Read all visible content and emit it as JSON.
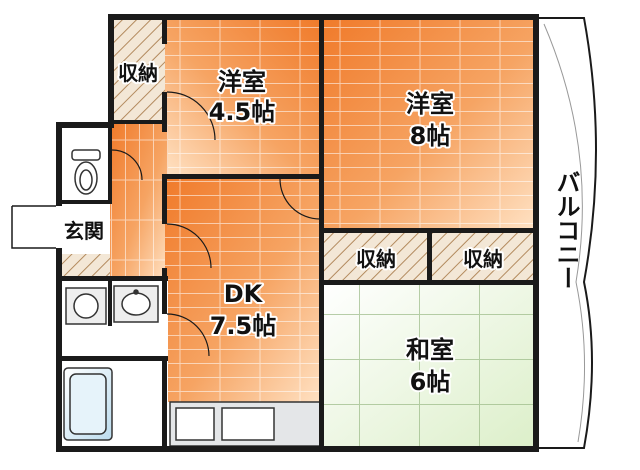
{
  "rooms": {
    "western_1": {
      "line1": "洋室",
      "line2": "4.5帖"
    },
    "western_2": {
      "line1": "洋室",
      "line2": "8帖"
    },
    "dk": {
      "line1": "DK",
      "line2": "7.5帖"
    },
    "japanese": {
      "line1": "和室",
      "line2": "6帖"
    },
    "storage_top": "収納",
    "storage_mid_left": "収納",
    "storage_mid_right": "収納",
    "entrance": "玄関",
    "balcony": "バルコニー"
  },
  "colors": {
    "floor_orange": "#f08a3c",
    "floor_light": "#ffd4ad",
    "tatami": "#e8f3dc",
    "wall": "#1a1a1a",
    "storage_hatch": "#c9a27a",
    "fixture": "#d8dde0",
    "bath": "#cfe6f2"
  }
}
